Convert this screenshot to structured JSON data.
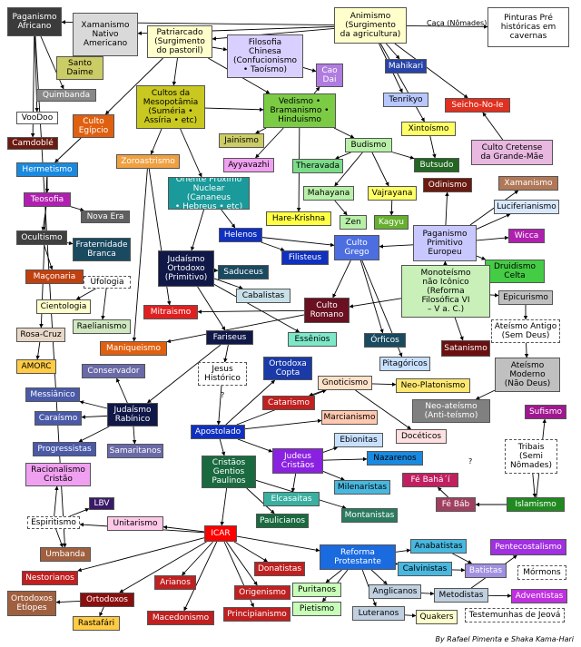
{
  "credit": "By Rafael Pimenta e Shaka Kama-Hari",
  "edge_labels": {
    "caca": "Caça (Nômades)",
    "q": "?"
  },
  "nodes": {
    "pinturas": {
      "label": "Pinturas Pré\nhistóricas em\ncavernas",
      "color": "#ffffff"
    },
    "animismo": {
      "label": "Animismo\n(Surgimento\nda agricultura)",
      "color": "#ffffcc"
    },
    "paganismo_africano": {
      "label": "Paganismo\nAfricano",
      "color": "#3b3b3b"
    },
    "xamanismo_nativo": {
      "label": "Xamanismo\nNativo\nAmericano",
      "color": "#d9d9d9"
    },
    "patriarcado": {
      "label": "Patriarcado\n(Surgimento\ndo pastoril)",
      "color": "#ffffcc"
    },
    "filosofia_chinesa": {
      "label": "Filosofia\nChinesa\n(Confucionismo\n• Taoísmo)",
      "color": "#d9d0ff"
    },
    "santo_daime": {
      "label": "Santo\nDaime",
      "color": "#cccc66"
    },
    "quimbanda": {
      "label": "Quimbanda",
      "color": "#888888"
    },
    "cao_dai": {
      "label": "Cao\nDai",
      "color": "#b07ce0"
    },
    "mahikari": {
      "label": "Mahikari",
      "color": "#2844a8"
    },
    "voodoo": {
      "label": "VooDoo",
      "color": "#ffffff"
    },
    "culto_egipcio": {
      "label": "Culto\nEgípcio",
      "color": "#e06010"
    },
    "cultos_mesopotamia": {
      "label": "Cultos da\nMesopotâmia\n(Suméria •\nAssíria • etc)",
      "color": "#c8c820"
    },
    "vedismo": {
      "label": "Vedismo •\nBramanismo •\nHinduismo",
      "color": "#7bcc44"
    },
    "tenrikyo": {
      "label": "Tenrikyo",
      "color": "#b8c8ff"
    },
    "seicho": {
      "label": "Seicho-No-Ie",
      "color": "#e03020"
    },
    "xintoismo": {
      "label": "Xintoísmo",
      "color": "#ffff66"
    },
    "candomble": {
      "label": "Camdoblé",
      "color": "#6a1a10"
    },
    "jainismo": {
      "label": "Jainismo",
      "color": "#cccc66"
    },
    "budismo": {
      "label": "Budismo",
      "color": "#b8f0a8"
    },
    "culto_cretense": {
      "label": "Culto Cretense\nda Grande-Mãe",
      "color": "#e8b8e0"
    },
    "zoroastrismo": {
      "label": "Zoroastrismo",
      "color": "#f0a040"
    },
    "ayyavazhi": {
      "label": "Ayyavazhi",
      "color": "#f0a0f0"
    },
    "theravada": {
      "label": "Theravada",
      "color": "#7bdc88"
    },
    "butsudo": {
      "label": "Butsudo",
      "color": "#226622"
    },
    "hermetismo": {
      "label": "Hermetismo",
      "color": "#1a8ae0"
    },
    "oriente_proximo": {
      "label": "Oriente Próximo\nNuclear (Cananeus\n• Hebreus • etc)",
      "color": "#1a9a9a"
    },
    "mahayana": {
      "label": "Mahayana",
      "color": "#b8f0a8"
    },
    "vajrayana": {
      "label": "Vajrayana",
      "color": "#ffff66"
    },
    "odinismo": {
      "label": "Odinismo",
      "color": "#6a1a10"
    },
    "xamanismo": {
      "label": "Xamanismo",
      "color": "#b07858"
    },
    "teosofia": {
      "label": "Teosofia",
      "color": "#b020b0"
    },
    "nova_era": {
      "label": "Nova Era",
      "color": "#606060"
    },
    "hare_krishna": {
      "label": "Hare-Krishna",
      "color": "#ffff44"
    },
    "zen": {
      "label": "Zen",
      "color": "#b8f0a8"
    },
    "kagyu": {
      "label": "Kagyu",
      "color": "#66b030"
    },
    "luciferianismo": {
      "label": "Luciferianismo",
      "color": "#d8e8ff"
    },
    "ocultismo": {
      "label": "Ocultismo",
      "color": "#404040"
    },
    "helenos": {
      "label": "Helenos",
      "color": "#1030c0"
    },
    "paganismo_europeu": {
      "label": "Paganismo\nPrimitivo\nEuropeu",
      "color": "#c8c8ff"
    },
    "wicca": {
      "label": "Wicca",
      "color": "#b020b0"
    },
    "fraternidade": {
      "label": "Fraternidade\nBranca",
      "color": "#1a4a60"
    },
    "judaismo_ortodoxo": {
      "label": "Judaísmo\nOrtodoxo\n(Primitivo)",
      "color": "#101848"
    },
    "culto_grego": {
      "label": "Culto\nGrego",
      "color": "#4c6ee0"
    },
    "filisteus": {
      "label": "Filisteus",
      "color": "#1030c0"
    },
    "maconaria": {
      "label": "Maçonaria",
      "color": "#c04010"
    },
    "ufologia": {
      "label": "Ufologia",
      "color": "#ffffff"
    },
    "saduceus": {
      "label": "Saduceus",
      "color": "#1a4a60"
    },
    "druidismo": {
      "label": "Druidismo\nCelta",
      "color": "#44cc44"
    },
    "monoteismo": {
      "label": "Monoteísmo\nnão Icônico\n(Reforma\nFilosófica VI\n– V a. C.)",
      "color": "#c8f0b8"
    },
    "ciento": {
      "label": "Cientologia",
      "color": "#ffffcc"
    },
    "cabalistas": {
      "label": "Cabalistas",
      "color": "#c8e0e8"
    },
    "epicurismo": {
      "label": "Epicurismo",
      "color": "#c0c0c0"
    },
    "rosa_cruz": {
      "label": "Rosa-Cruz",
      "color": "#e8d8c8"
    },
    "raelianismo": {
      "label": "Raelianismo",
      "color": "#d0e8c0"
    },
    "mitraismo": {
      "label": "Mitraismo",
      "color": "#e02020"
    },
    "culto_romano": {
      "label": "Culto\nRomano",
      "color": "#6a1020"
    },
    "ateismo_antigo": {
      "label": "Ateísmo Antigo\n(Sem Deus)",
      "color": "#ffffff"
    },
    "maniqueismo": {
      "label": "Maniqueismo",
      "color": "#e06010"
    },
    "fariseus": {
      "label": "Fariseus",
      "color": "#101848"
    },
    "essenios": {
      "label": "Essênios",
      "color": "#7ce8c8"
    },
    "orficos": {
      "label": "Órficos",
      "color": "#1a4a60"
    },
    "satanismo": {
      "label": "Satanismo",
      "color": "#6a1010"
    },
    "amorc": {
      "label": "AMORC",
      "color": "#ffcc44"
    },
    "conservador": {
      "label": "Conservador",
      "color": "#6a6aa8"
    },
    "jesus_historico": {
      "label": "Jesus\nHistórico",
      "color": "#ffffff"
    },
    "ortodoxa_copta": {
      "label": "Ortodoxa\nCopta",
      "color": "#1a3aa8"
    },
    "pitagoricos": {
      "label": "Pitagóricos",
      "color": "#c8e0ff"
    },
    "ateismo_moderno": {
      "label": "Ateísmo\nModerno\n(Não Deus)",
      "color": "#c0c0c0"
    },
    "gnoticismo": {
      "label": "Gnoticismo",
      "color": "#ffe0c8"
    },
    "neo_platonismo": {
      "label": "Neo-Platonismo",
      "color": "#ffe870"
    },
    "messianico": {
      "label": "Messiânico",
      "color": "#4a5aa8"
    },
    "judaismo_rabinico": {
      "label": "Judaísmo\nRabínico",
      "color": "#101848"
    },
    "catarismo": {
      "label": "Catarismo",
      "color": "#c02020"
    },
    "neo_ateismo": {
      "label": "Neo-ateísmo\n(Anti-teísmo)",
      "color": "#808080"
    },
    "caraismo": {
      "label": "Caraísmo",
      "color": "#4a5aa8"
    },
    "sufismo": {
      "label": "Sufismo",
      "color": "#a01890"
    },
    "marcianismo": {
      "label": "Marcianismo",
      "color": "#ffc8b0"
    },
    "apostolado": {
      "label": "Apostolado",
      "color": "#1030c0"
    },
    "ebionitas": {
      "label": "Ebionitas",
      "color": "#c8e0ff"
    },
    "doceticos": {
      "label": "Docéticos",
      "color": "#ffe0e0"
    },
    "progressistas": {
      "label": "Progressistas",
      "color": "#4a5aa8"
    },
    "samaritanos": {
      "label": "Samaritanos",
      "color": "#6a6aa8"
    },
    "tribais": {
      "label": "Tribais\n(Semi\nNômades)",
      "color": "#ffffff"
    },
    "judeus_cristaos": {
      "label": "Judeus\nCristãos",
      "color": "#8a20e0"
    },
    "nazarenos": {
      "label": "Nazarenos",
      "color": "#1a8ae0"
    },
    "cristaos_gentios": {
      "label": "Cristãos\nGentios\nPaulinos",
      "color": "#1a6a40"
    },
    "racionalismo": {
      "label": "Racionalismo\nCristão",
      "color": "#f0a0f0"
    },
    "fe_baha": {
      "label": "Fé Bahá´í",
      "color": "#c02060"
    },
    "milenaristas": {
      "label": "Milenaristas",
      "color": "#48b8e0"
    },
    "elcasaitas": {
      "label": "Elcasaitas",
      "color": "#3ab0a0"
    },
    "fe_bab": {
      "label": "Fé Báb",
      "color": "#a04060"
    },
    "islamismo": {
      "label": "Islamismo",
      "color": "#208a20"
    },
    "lbv": {
      "label": "LBV",
      "color": "#3a1a68"
    },
    "espiritismo": {
      "label": "Espiritismo",
      "color": "#ffffff"
    },
    "paulicianos": {
      "label": "Paulicianos",
      "color": "#1a6a40"
    },
    "montanistas": {
      "label": "Montanistas",
      "color": "#2a7a60"
    },
    "unitarismo": {
      "label": "Unitarismo",
      "color": "#ffc8e8"
    },
    "icar": {
      "label": "ICAR",
      "color": "#ff0000"
    },
    "umbanda": {
      "label": "Umbanda",
      "color": "#a06040"
    },
    "anabatistas": {
      "label": "Anabatistas",
      "color": "#48b8e0"
    },
    "reforma": {
      "label": "Reforma\nProtestante",
      "color": "#1a6ae0"
    },
    "pentecostalismo": {
      "label": "Pentecostalismo",
      "color": "#a030e0"
    },
    "calvinistas": {
      "label": "Calvinistas",
      "color": "#48b8e0"
    },
    "batistas": {
      "label": "Batistas",
      "color": "#a090e0"
    },
    "mormons": {
      "label": "Mórmons",
      "color": "#ffffff"
    },
    "nestorianos": {
      "label": "Nestorianos",
      "color": "#c02020"
    },
    "arianos": {
      "label": "Arianos",
      "color": "#c02020"
    },
    "donatistas": {
      "label": "Donatistas",
      "color": "#c02020"
    },
    "puritanos": {
      "label": "Puritanos",
      "color": "#c8ffb8"
    },
    "anglicanos": {
      "label": "Anglicanos",
      "color": "#c0d0e0"
    },
    "ortodoxos_etiopes": {
      "label": "Ortodoxos\nEtíopes",
      "color": "#a06040"
    },
    "ortodoxos": {
      "label": "Ortodoxos",
      "color": "#8a1010"
    },
    "origenismo": {
      "label": "Origenismo",
      "color": "#c02020"
    },
    "metodistas": {
      "label": "Metodistas",
      "color": "#c0d0e0"
    },
    "adventistas": {
      "label": "Adventistas",
      "color": "#c030e0"
    },
    "pietismo": {
      "label": "Pietismo",
      "color": "#c8ffb8"
    },
    "macedonismo": {
      "label": "Macedonismo",
      "color": "#c02020"
    },
    "rastafari": {
      "label": "Rastafári",
      "color": "#ffcc44"
    },
    "principianismo": {
      "label": "Principianismo",
      "color": "#c02020"
    },
    "luteranos": {
      "label": "Luteranos",
      "color": "#c0d0e0"
    },
    "quakers": {
      "label": "Quakers",
      "color": "#ffffcc"
    },
    "testemunhas": {
      "label": "Testemunhas de Jeová",
      "color": "#ffffff"
    }
  }
}
